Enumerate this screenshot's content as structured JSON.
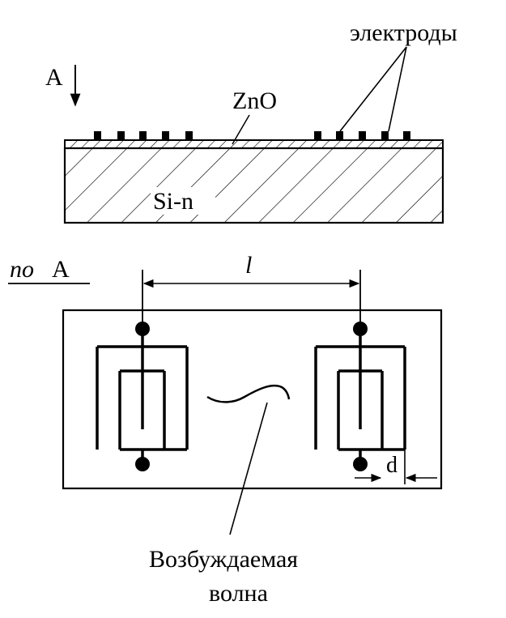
{
  "labels": {
    "electrodes": "электроды",
    "view_arrow": "А",
    "zno": "ZnO",
    "substrate": "Si-n",
    "section_prefix": "по",
    "section_letter": "А",
    "length": "l",
    "gap": "d",
    "wave_line1": "Возбуждаемая",
    "wave_line2": "волна"
  }
}
